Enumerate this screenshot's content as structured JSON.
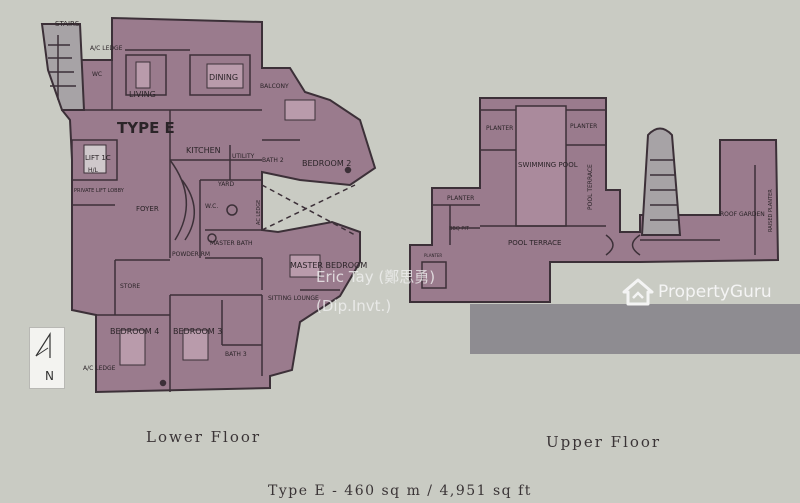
{
  "lower_floor": {
    "caption": "Lower Floor",
    "type_label": "TYPE E",
    "rooms": {
      "stairs": "STAIRS",
      "ac_ledge_top": "A/C LEDGE",
      "wc_top": "WC",
      "living": "LIVING",
      "dining": "DINING",
      "balcony": "BALCONY",
      "lift": "LIFT 1C",
      "hh": "H/L",
      "private_lift_lobby": "PRIVATE LIFT LOBBY",
      "kitchen": "KITCHEN",
      "utility": "UTILITY",
      "bath2": "BATH 2",
      "bedroom2": "BEDROOM 2",
      "yard": "YARD",
      "foyer": "FOYER",
      "wc_mid": "W.C.",
      "ac_ledge_mid": "AC LEDGE",
      "master_bath": "MASTER BATH",
      "powder_rm": "POWDER RM",
      "master_bedroom": "MASTER BEDROOM",
      "sitting_lounge": "SITTING LOUNGE",
      "store": "STORE",
      "bedroom4": "BEDROOM 4",
      "bedroom3": "BEDROOM 3",
      "bath3": "BATH 3",
      "ac_ledge_bottom": "A/C LEDGE"
    }
  },
  "upper_floor": {
    "caption": "Upper Floor",
    "rooms": {
      "planter_left": "PLANTER",
      "planter_right": "PLANTER",
      "swimming_pool": "SWIMMING POOL",
      "pool_terrace_side": "POOL TERRACE",
      "planter_lower": "PLANTER",
      "bbq_pit": "BBQ PIT",
      "pool_terrace": "POOL TERRACE",
      "roof_garden": "ROOF GARDEN",
      "raised_planter": "RAISED PLANTER",
      "planter_small": "PLANTER"
    }
  },
  "summary": "Type E - 460 sq m / 4,951 sq ft",
  "watermark": {
    "name": "Eric Tay (鄭思勇)",
    "qualification": "(Dip.Invt.)",
    "brand": "PropertyGuru"
  },
  "compass": {
    "label": "N"
  },
  "colors": {
    "background": "#c9cbc3",
    "unit_fill": "#9a7b8d",
    "wall": "#3c3038",
    "overlay": "#87858c"
  }
}
